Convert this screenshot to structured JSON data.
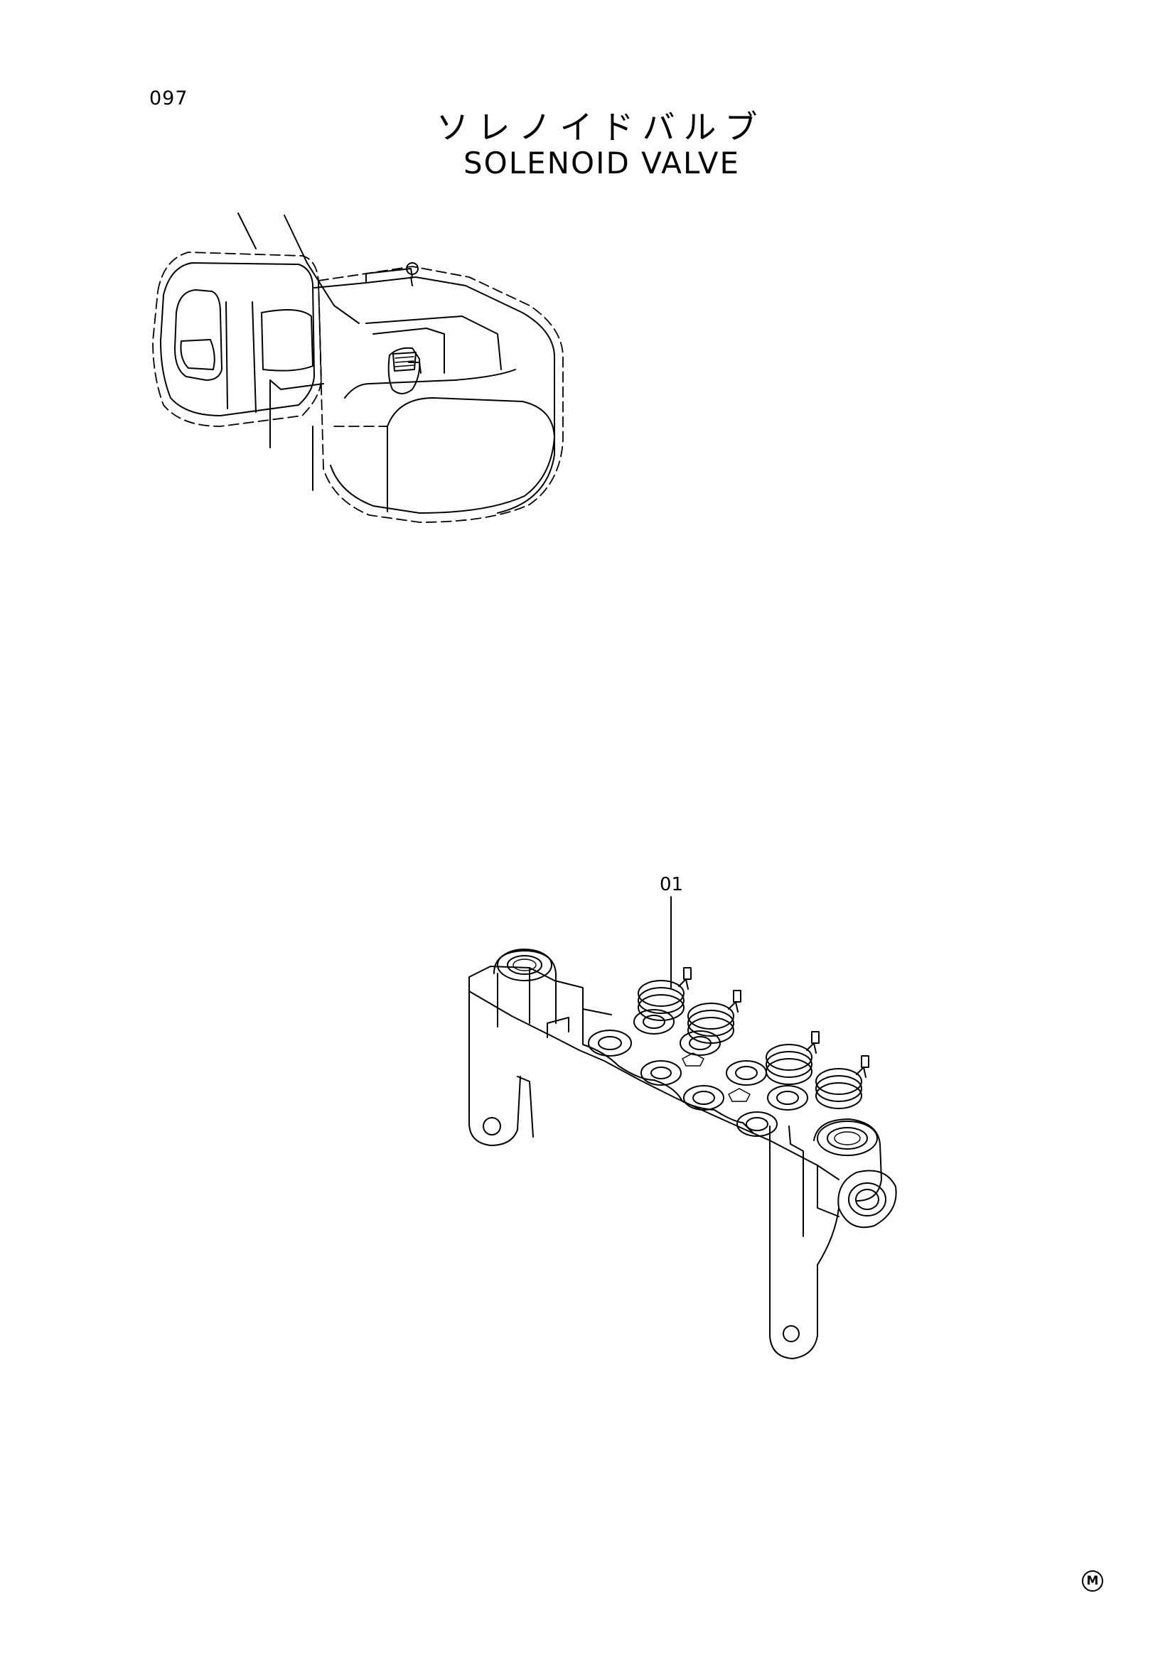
{
  "header": {
    "page_number": "097",
    "title_jp": "ソレノイドバルブ",
    "title_en": "SOLENOID VALVE"
  },
  "parts": [
    {
      "callout": "01"
    }
  ],
  "footer": {
    "mark": "M"
  }
}
